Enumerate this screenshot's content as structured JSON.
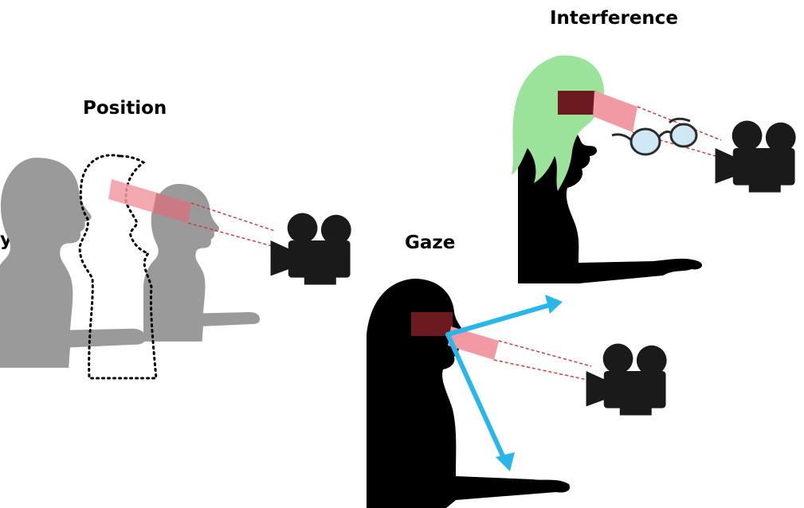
{
  "labels": {
    "position": "Position",
    "interference": "Interference",
    "gaze": "Gaze",
    "cropped_left": "y"
  },
  "colors": {
    "silhouette_gray": "#999999",
    "silhouette_black": "#000000",
    "hair_green": "#9be39b",
    "gaze_arrow": "#29b6e8",
    "gaze_zone": "#f29aa3",
    "eye_bar": "#6b1a1f",
    "camera": "#1a1a1a",
    "sight_line": "#d23a3a",
    "lens_tint": "#cfe8f5"
  },
  "icons": [
    "video-camera-icon",
    "eyeglasses-icon",
    "gaze-arrow-icon"
  ]
}
